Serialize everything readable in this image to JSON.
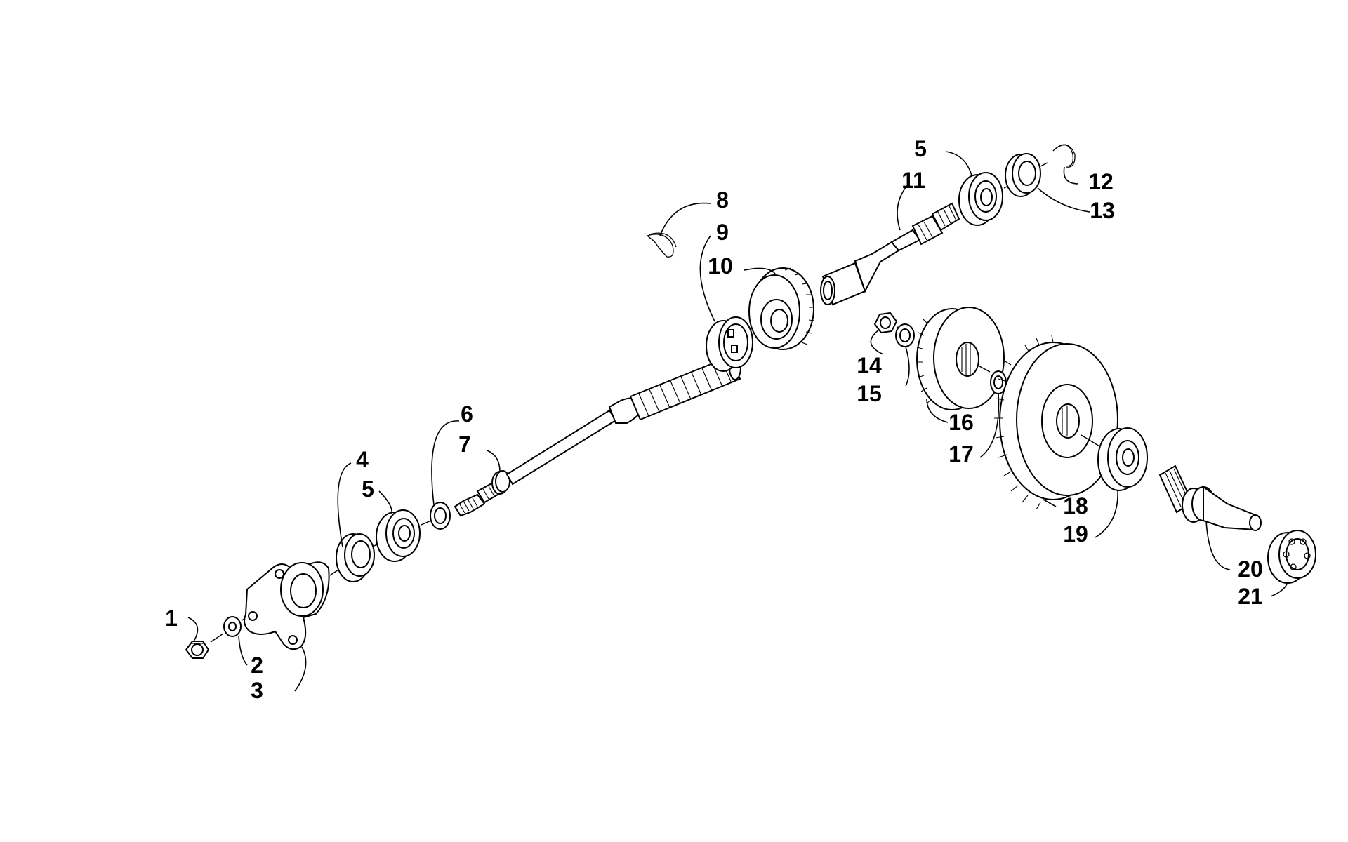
{
  "labels": [
    "1",
    "2",
    "3",
    "4",
    "5",
    "6",
    "7",
    "8",
    "9",
    "10",
    "11",
    "5",
    "12",
    "13",
    "14",
    "15",
    "16",
    "17",
    "18",
    "19",
    "20",
    "21"
  ]
}
